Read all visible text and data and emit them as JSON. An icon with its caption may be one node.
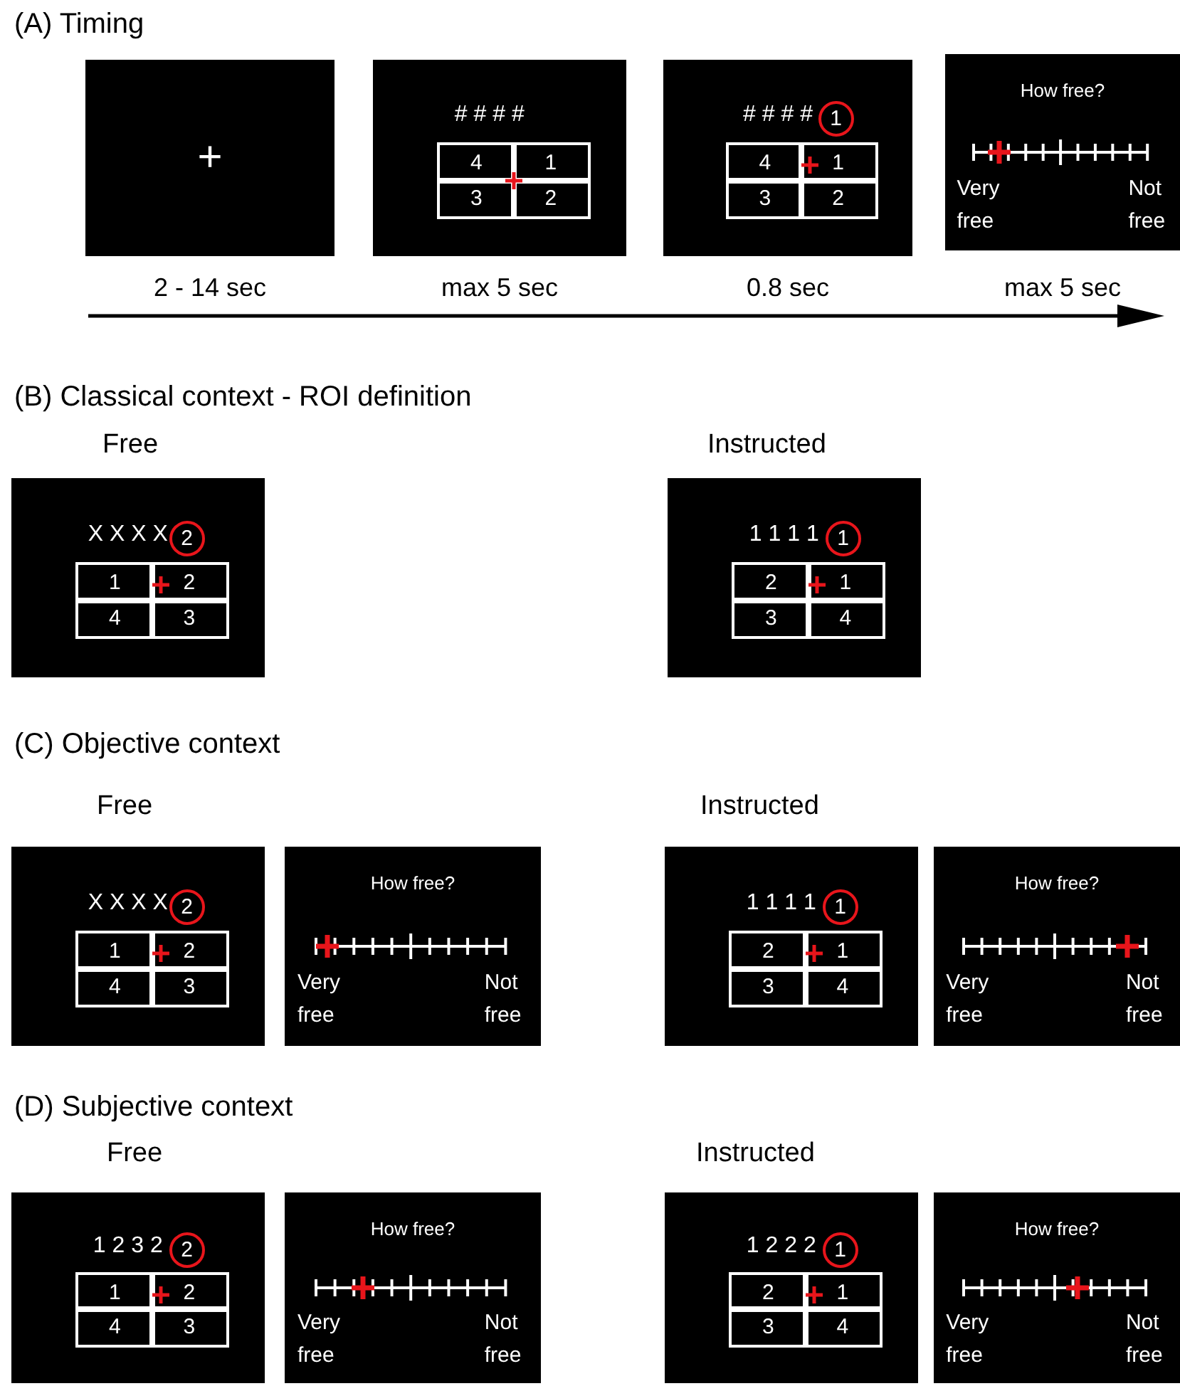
{
  "diagram": {
    "nodes": [
      {
        "text": [
          "+"
        ],
        "beside": [
          "2 - 14 sec"
        ]
      },
      {
        "text": [
          "# # # #"
        ],
        "beside": [
          "max 5 sec"
        ]
      },
      {
        "text": [
          "4"
        ],
        "in": 1
      },
      {
        "text": [
          "1"
        ],
        "in": 1
      },
      {
        "text": [
          "3"
        ],
        "in": 1
      },
      {
        "text": [
          "2"
        ],
        "in": 1
      },
      {
        "text": [
          "# # # #"
        ],
        "beside": [
          "0.8 sec"
        ]
      },
      {
        "text": [
          "1"
        ],
        "in": 6
      },
      {
        "text": [
          "4"
        ],
        "in": 6
      },
      {
        "text": [
          "1"
        ],
        "in": 6
      },
      {
        "text": [
          "3"
        ],
        "in": 6
      },
      {
        "text": [
          "2"
        ],
        "in": 6
      },
      {
        "text": [
          "How free?",
          "Very free",
          "Not free"
        ],
        "beside": [
          "max 5 sec"
        ]
      },
      {
        "text": [
          "X X X X"
        ]
      },
      {
        "text": [
          "2"
        ],
        "in": 13
      },
      {
        "text": [
          "1"
        ],
        "in": 13
      },
      {
        "text": [
          "2"
        ],
        "in": 13
      },
      {
        "text": [
          "4"
        ],
        "in": 13
      },
      {
        "text": [
          "3"
        ],
        "in": 13
      },
      {
        "text": [
          "1 1 1 1"
        ]
      },
      {
        "text": [
          "1"
        ],
        "in": 19
      },
      {
        "text": [
          "2"
        ],
        "in": 19
      },
      {
        "text": [
          "1"
        ],
        "in": 19
      },
      {
        "text": [
          "3"
        ],
        "in": 19
      },
      {
        "text": [
          "4"
        ],
        "in": 19
      },
      {
        "text": [
          "X X X X"
        ]
      },
      {
        "text": [
          "2"
        ],
        "in": 25
      },
      {
        "text": [
          "1"
        ],
        "in": 25
      },
      {
        "text": [
          "2"
        ],
        "in": 25
      },
      {
        "text": [
          "4"
        ],
        "in": 25
      },
      {
        "text": [
          "3"
        ],
        "in": 25
      },
      {
        "text": [
          "How free?",
          "Very free",
          "Not free"
        ]
      },
      {
        "text": [
          "1 1 1 1"
        ]
      },
      {
        "text": [
          "1"
        ],
        "in": 32
      },
      {
        "text": [
          "2"
        ],
        "in": 32
      },
      {
        "text": [
          "1"
        ],
        "in": 32
      },
      {
        "text": [
          "3"
        ],
        "in": 32
      },
      {
        "text": [
          "4"
        ],
        "in": 32
      },
      {
        "text": [
          "How free?",
          "Very free",
          "Not free"
        ]
      },
      {
        "text": [
          "1 2 3 2"
        ]
      },
      {
        "text": [
          "2"
        ],
        "in": 39
      },
      {
        "text": [
          "1"
        ],
        "in": 39
      },
      {
        "text": [
          "2"
        ],
        "in": 39
      },
      {
        "text": [
          "4"
        ],
        "in": 39
      },
      {
        "text": [
          "3"
        ],
        "in": 39
      },
      {
        "text": [
          "How free?",
          "Very free",
          "Not free"
        ]
      },
      {
        "text": [
          "1 2 2 2"
        ]
      },
      {
        "text": [
          "1"
        ],
        "in": 46
      },
      {
        "text": [
          "2"
        ],
        "in": 46
      },
      {
        "text": [
          "1"
        ],
        "in": 46
      },
      {
        "text": [
          "3"
        ],
        "in": 46
      },
      {
        "text": [
          "4"
        ],
        "in": 46
      },
      {
        "text": [
          "How free?",
          "Very free",
          "Not free"
        ]
      }
    ],
    "labels": [
      "(A) Timing",
      "(B) Classical context - ROI definition",
      "Free",
      "Instructed",
      "(C) Objective context",
      "Free",
      "Instructed",
      "(D) Subjective context",
      "Free",
      "Instructed"
    ]
  }
}
